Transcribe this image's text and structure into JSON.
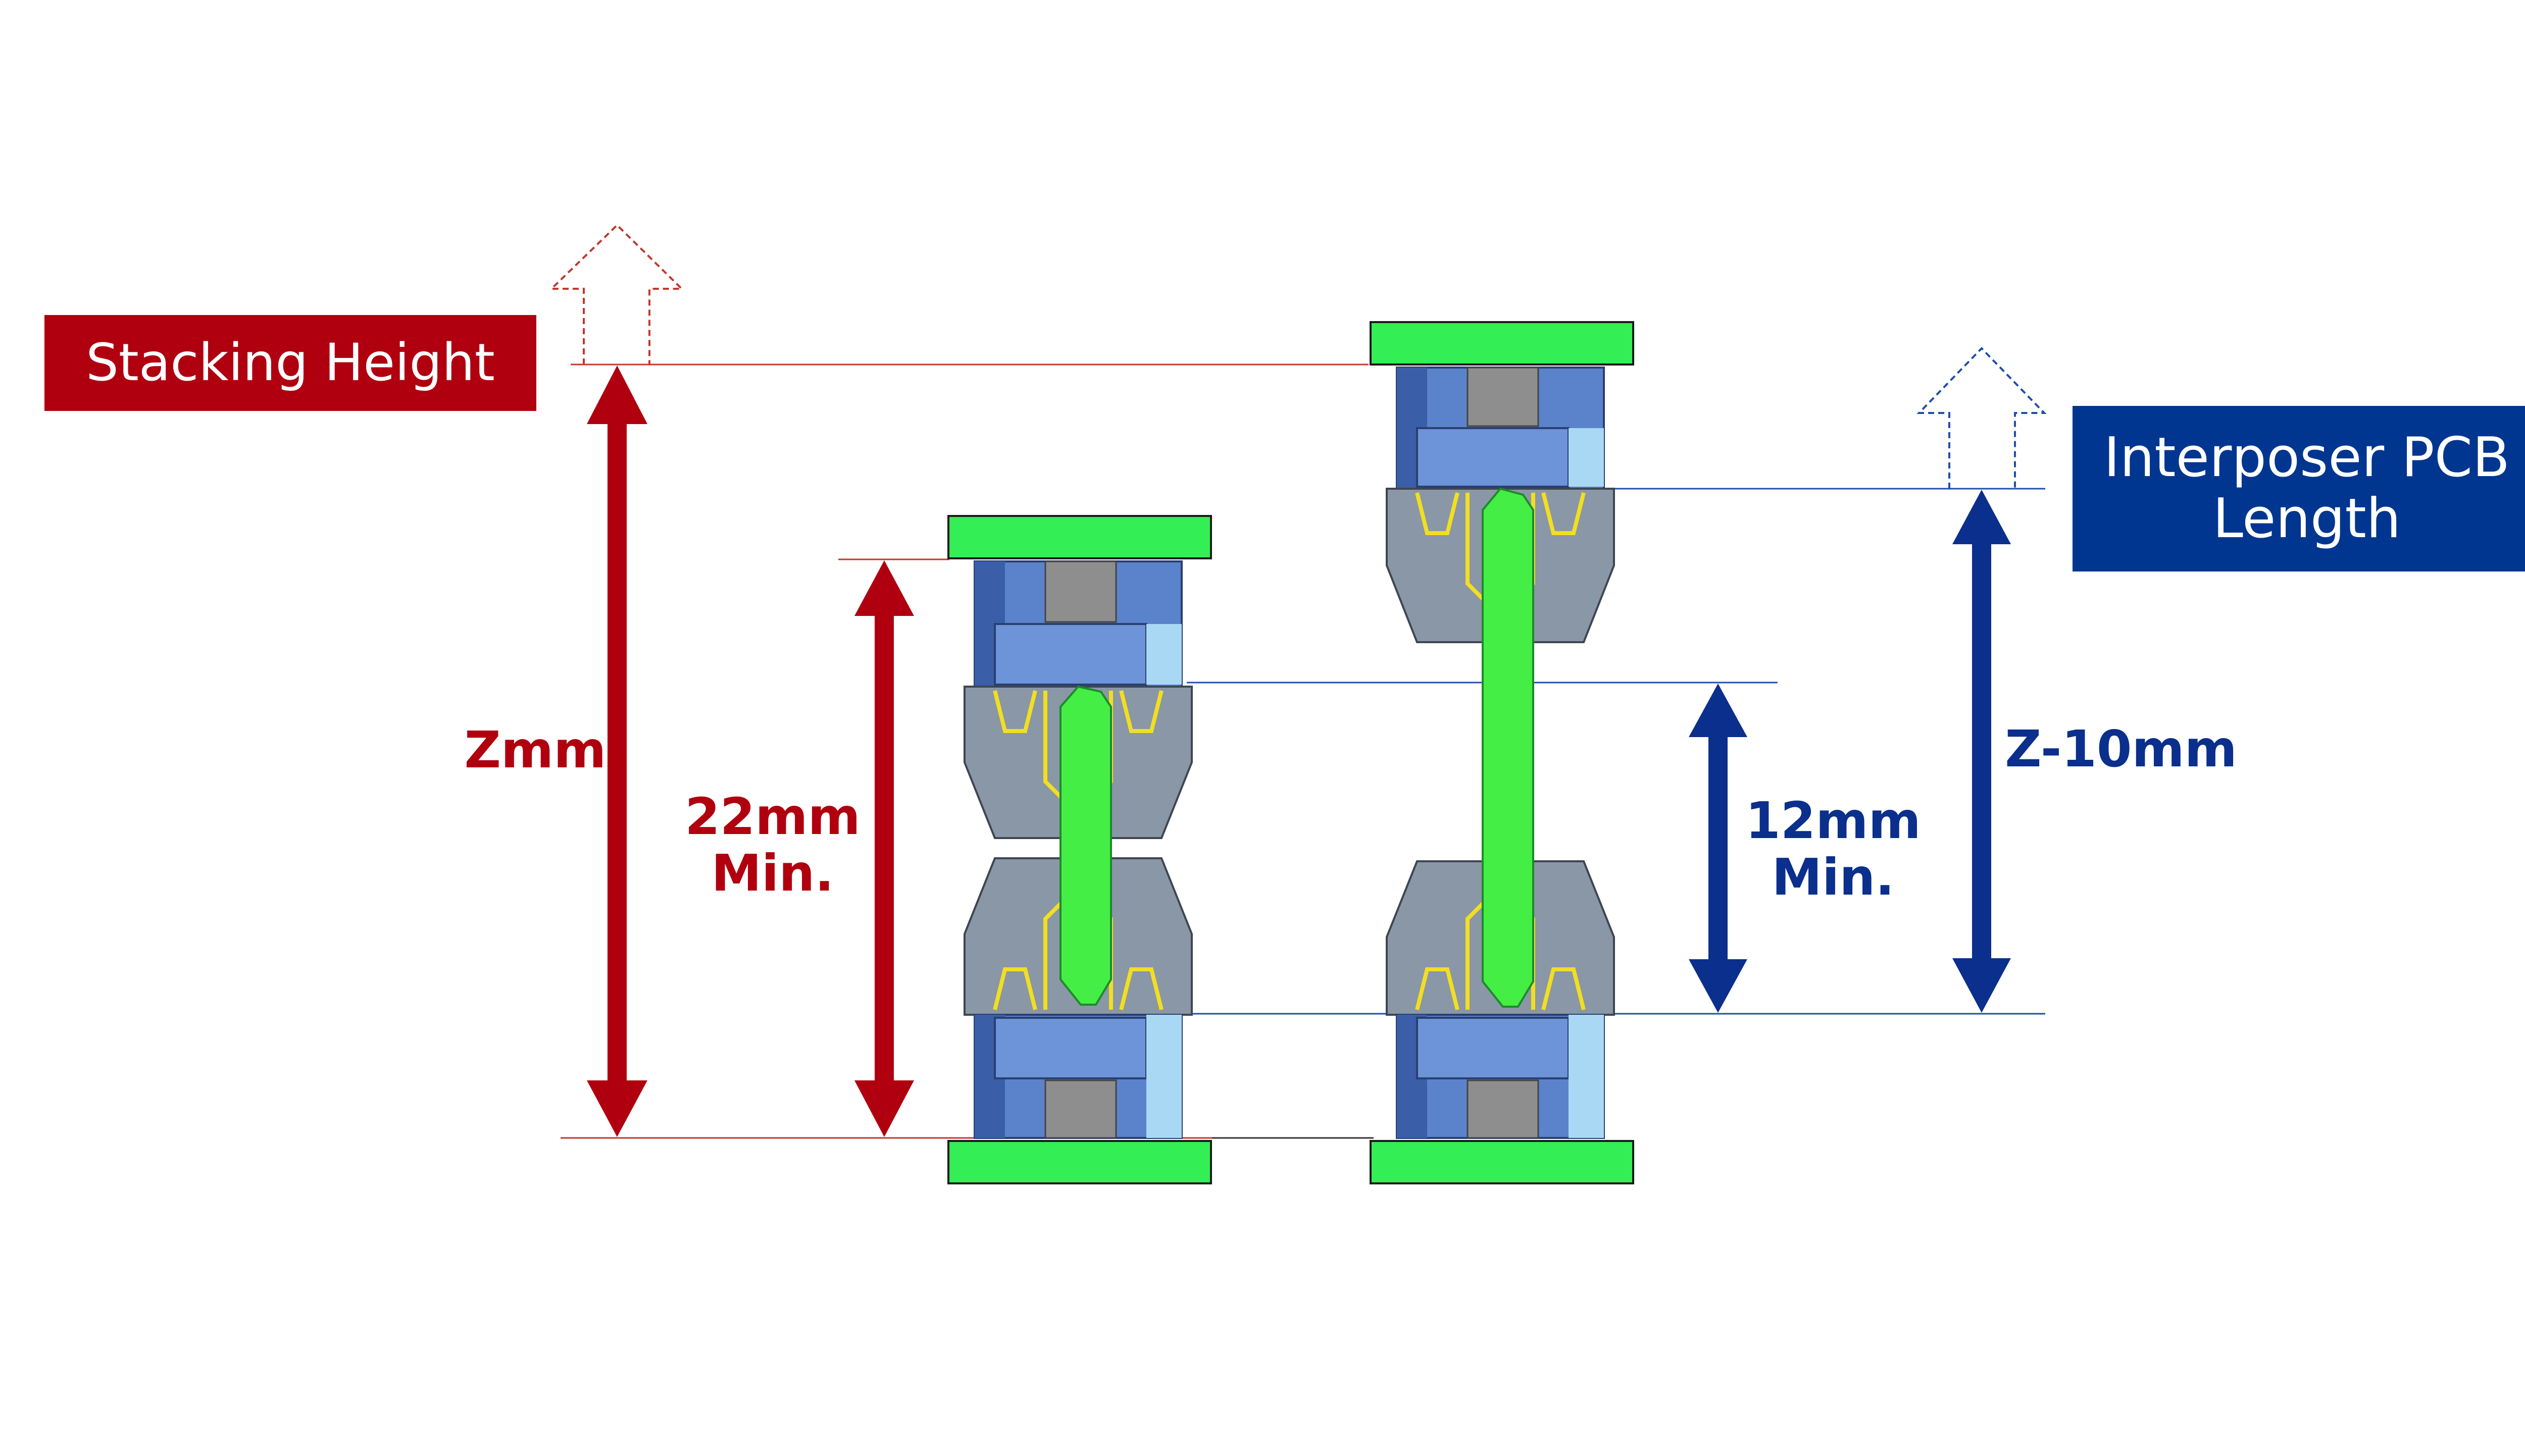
{
  "labels": {
    "stacking_height": "Stacking Height",
    "interposer_line1": "Interposer PCB",
    "interposer_line2": "Length",
    "z_mm": "Zmm",
    "min22_line1": "22mm",
    "min22_line2": "Min.",
    "min12_line1": "12mm",
    "min12_line2": "Min.",
    "z_minus_10": "Z-10mm"
  },
  "colors": {
    "red": "#b0000f",
    "navy": "#003690",
    "pcb_green": "#33ee55",
    "pin_green": "#44ee44",
    "housing_blue": "#5b83cc",
    "housing_dark": "#3a5fa8",
    "housing_light": "#a9d8f5",
    "gray": "#8a97a6",
    "gold": "#f2de22"
  }
}
